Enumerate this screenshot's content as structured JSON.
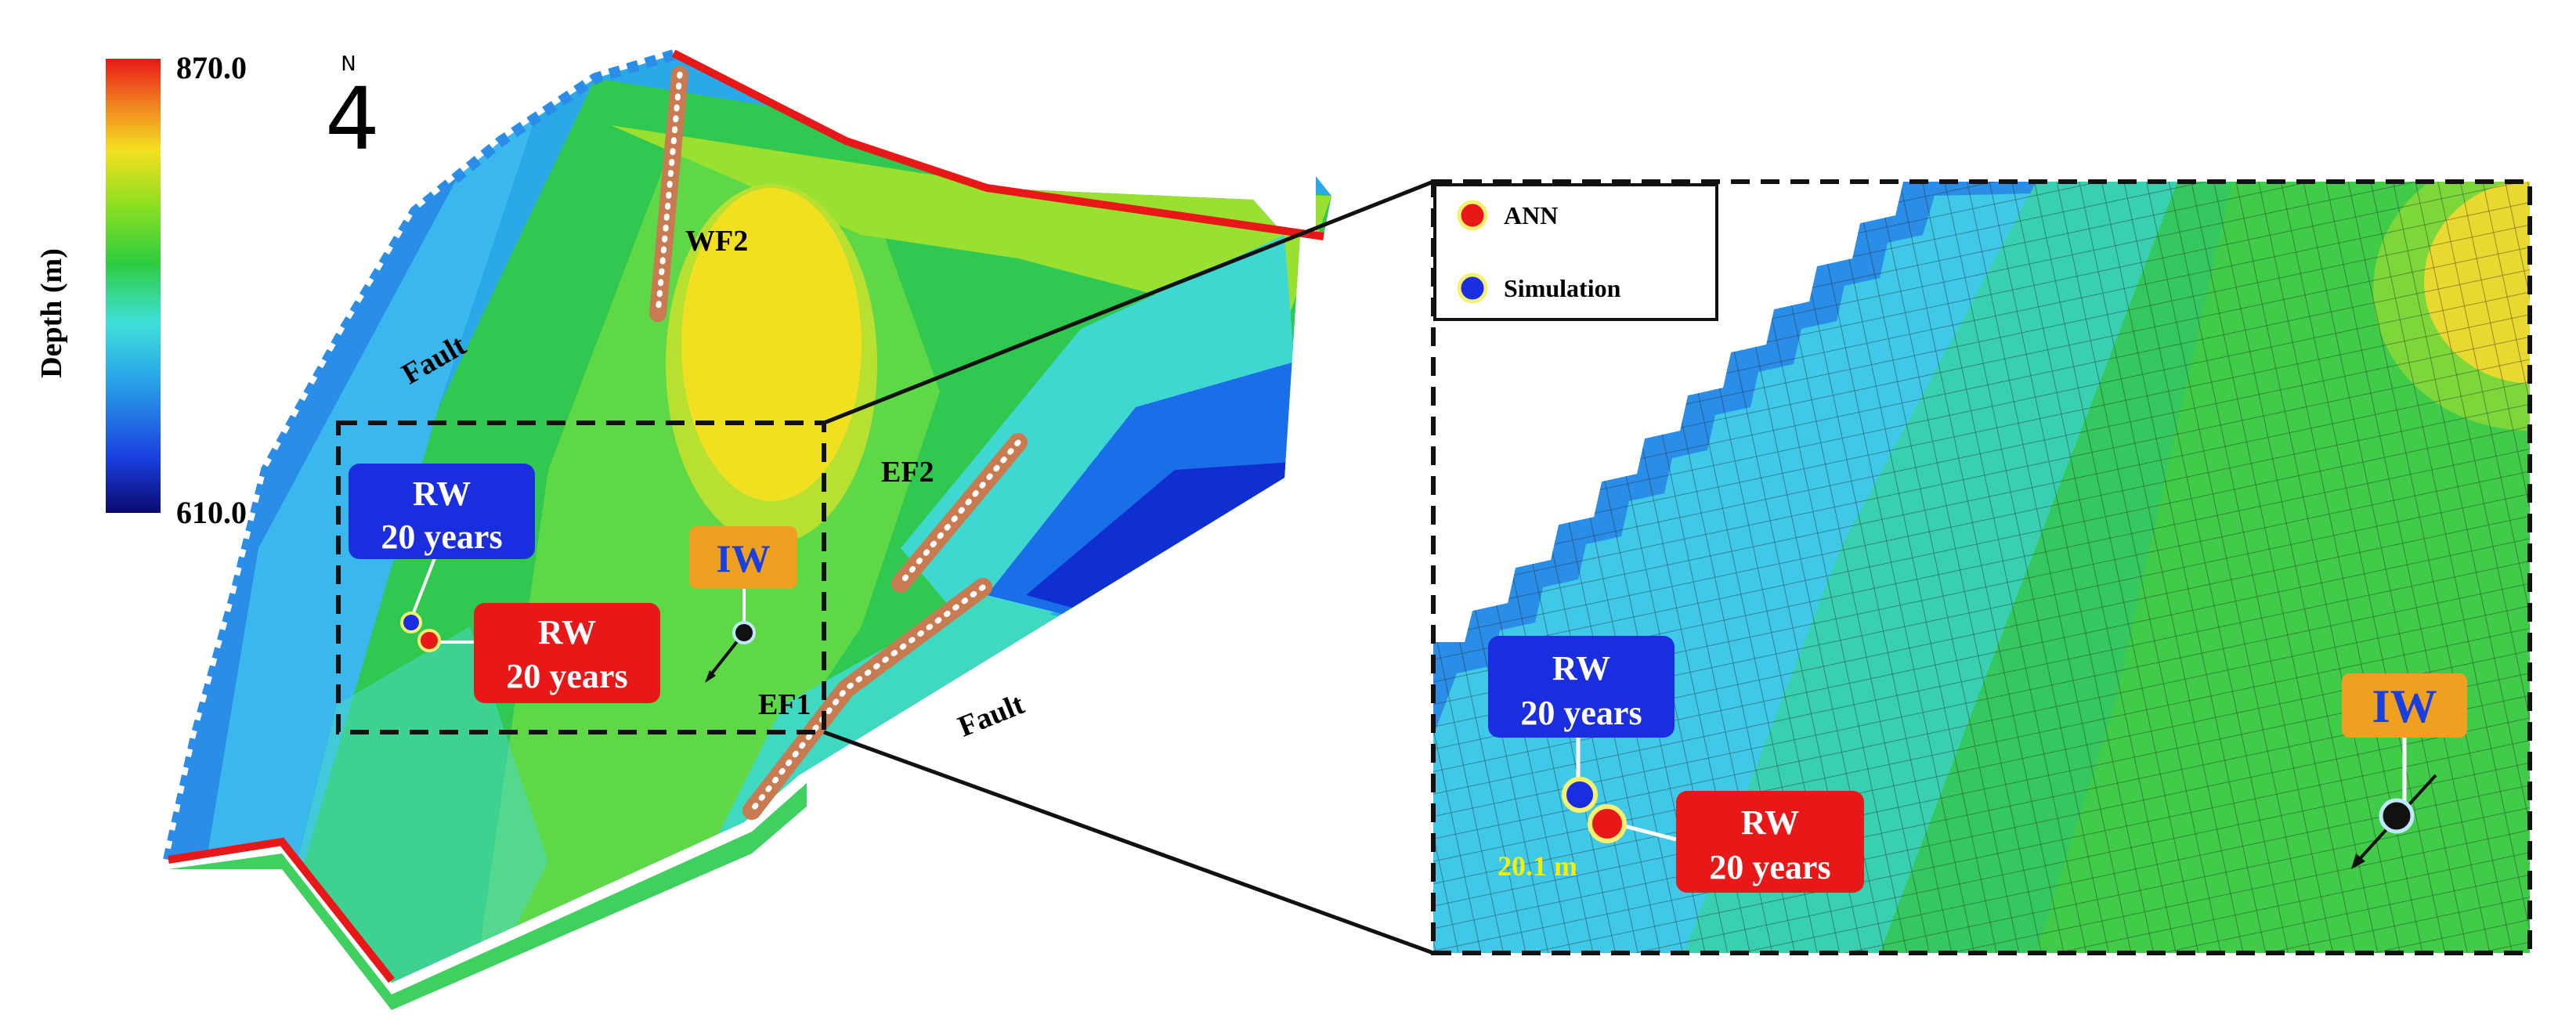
{
  "colorbar": {
    "title": "Depth (m)",
    "max_label": "870.0",
    "min_label": "610.0",
    "max": 870.0,
    "min": 610.0,
    "stops": [
      "#0a0a6e",
      "#1a3fe0",
      "#2aa8e8",
      "#3fe0d8",
      "#2ecc40",
      "#8ee020",
      "#f5e020",
      "#f08020",
      "#e81818"
    ]
  },
  "north_arrow": {
    "letter": "N",
    "numeral": "4"
  },
  "map": {
    "labels": {
      "fault_west": "Fault",
      "fault_east": "Fault",
      "wf2": "WF2",
      "ef2": "EF2",
      "ef1": "EF1"
    },
    "wells": {
      "rw_sim": {
        "line1": "RW",
        "line2": "20 years",
        "color": "#1a2ee0"
      },
      "rw_ann": {
        "line1": "RW",
        "line2": "20 years",
        "color": "#e81818"
      },
      "iw": {
        "label": "IW",
        "color": "#f0a020",
        "text_color": "#1a3fe0"
      }
    }
  },
  "inset": {
    "legend": [
      {
        "label": "ANN",
        "color": "#e81818"
      },
      {
        "label": "Simulation",
        "color": "#1a2ee0"
      }
    ],
    "wells": {
      "rw_sim": {
        "line1": "RW",
        "line2": "20 years"
      },
      "rw_ann": {
        "line1": "RW",
        "line2": "20 years"
      },
      "iw": {
        "label": "IW"
      }
    },
    "distance_label": "20.1 m",
    "distance_color": "#f5f000"
  }
}
